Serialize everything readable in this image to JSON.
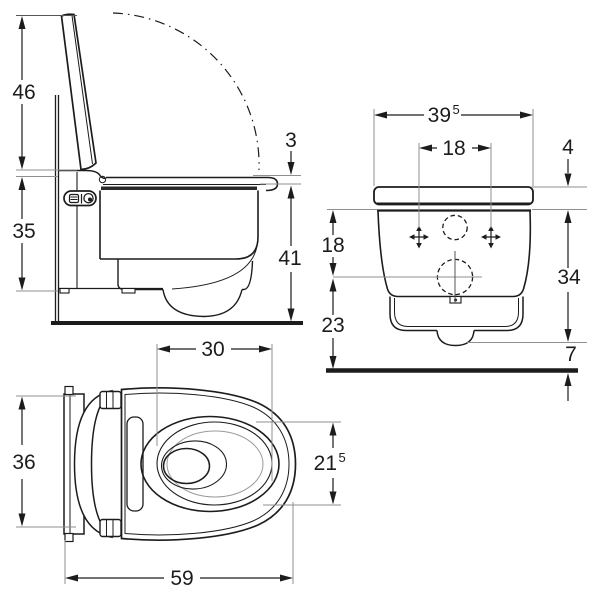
{
  "drawing": {
    "subject": "wall-hung shower toilet technical dimension drawing",
    "unit_style": "cm"
  },
  "colors": {
    "line": "#1c1c1c",
    "extension_line": "#8f8f8f",
    "background": "#ffffff"
  },
  "side_view": {
    "dim_lid_open": "46",
    "dim_body_height": "35",
    "dim_seat_thickness": "3",
    "dim_rim_height": "41"
  },
  "front_view": {
    "dim_width": "39",
    "dim_width_sup": "5",
    "dim_bolt_spacing": "18",
    "dim_lid_height": "4",
    "dim_rim_to_drain": "18",
    "dim_drain_to_floor": "23",
    "dim_rim_to_outlet": "34",
    "dim_outlet_to_floor": "7"
  },
  "top_view": {
    "dim_opening_length": "30",
    "dim_cover_width": "36",
    "dim_opening_width": "21",
    "dim_opening_width_sup": "5",
    "dim_depth": "59"
  }
}
